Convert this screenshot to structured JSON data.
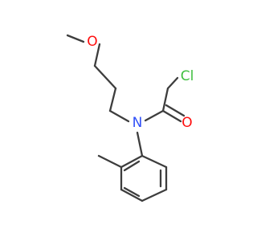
{
  "molecule": {
    "atoms": {
      "chlorine": {
        "label": "Cl",
        "color": "#3fbf3f"
      },
      "oxygen_carbonyl": {
        "label": "O",
        "color": "#ff0d0d"
      },
      "oxygen_ether": {
        "label": "O",
        "color": "#ff0d0d"
      },
      "nitrogen": {
        "label": "N",
        "color": "#3050f8"
      }
    },
    "bond_color": "#3d3d3d",
    "background": "#ffffff"
  }
}
